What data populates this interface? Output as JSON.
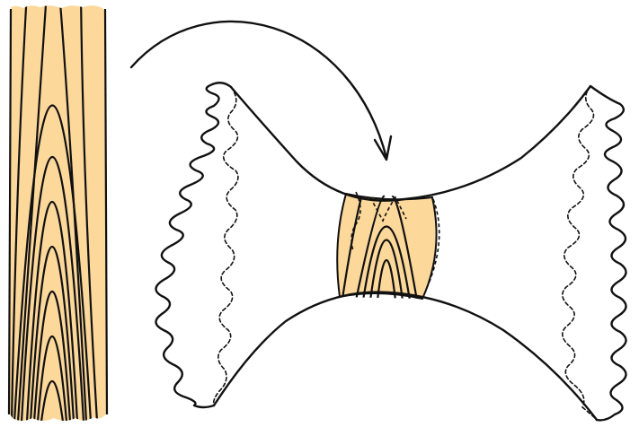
{
  "diagram": {
    "description_free": true,
    "colors": {
      "wood_fill": "#FDD89B",
      "stroke": "#111111",
      "background": "#FFFFFF"
    },
    "parts": [
      "wood-strip",
      "grain-lines",
      "transfer-arrow",
      "saddle-surface",
      "upper-arc",
      "lower-arc",
      "left-wavy-edge",
      "right-wavy-edge",
      "left-dashed-edge",
      "right-dashed-edge",
      "wood-patch"
    ]
  }
}
